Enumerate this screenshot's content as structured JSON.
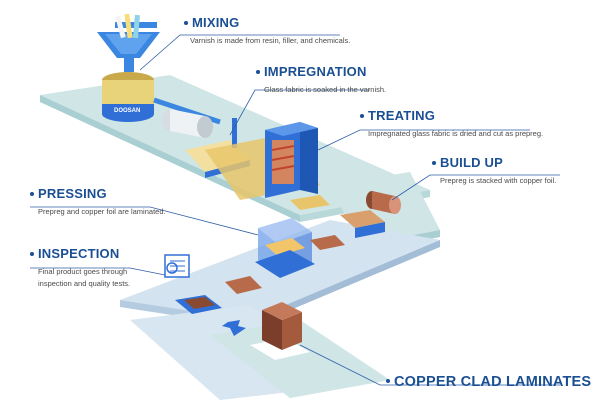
{
  "stages": {
    "mixing": {
      "title": "MIXING",
      "desc": "Varnish is made from resin, filler, and chemicals."
    },
    "impregnation": {
      "title": "IMPREGNATION",
      "desc": "Glass fabric is soaked in the varnish."
    },
    "treating": {
      "title": "TREATING",
      "desc": "Impregnated glass fabric is dried and cut as prepreg."
    },
    "build_up": {
      "title": "BUILD UP",
      "desc": "Prepreg is stacked with copper foil."
    },
    "pressing": {
      "title": "PRESSING",
      "desc": "Prepreg and copper foil are laminated."
    },
    "inspection": {
      "title": "INSPECTION",
      "desc_line1": "Final product goes through",
      "desc_line2": "inspection and quality tests."
    },
    "final": {
      "title": "COPPER CLAD LAMINATES"
    }
  },
  "tank_label": "DOOSAN",
  "colors": {
    "title": "#1b4f93",
    "leader": "#2c5fa8",
    "platform_top": "#cfe5e6",
    "platform_side": "#a9cfd2",
    "machine_blue": "#2f6fd6",
    "copper": "#b86b4b",
    "prepreg": "#e8c56a"
  }
}
